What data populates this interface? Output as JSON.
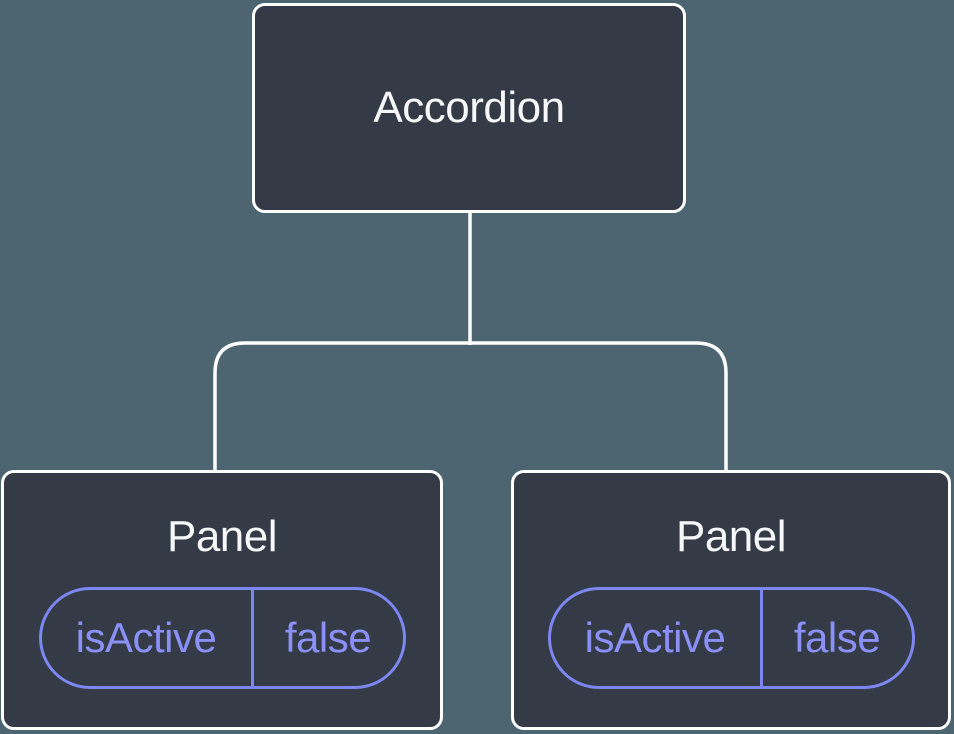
{
  "colors": {
    "bg": "#4C6570",
    "node-fill": "#343A46",
    "node-border": "#FFFFFF",
    "node-text": "#F6F7F9",
    "accent-border": "#7E86F2",
    "accent-text": "#8A90F6"
  },
  "diagram": {
    "type": "component-tree",
    "root": {
      "label": "Accordion"
    },
    "children": [
      {
        "label": "Panel",
        "state": {
          "name": "isActive",
          "value": "false"
        }
      },
      {
        "label": "Panel",
        "state": {
          "name": "isActive",
          "value": "false"
        }
      }
    ]
  }
}
